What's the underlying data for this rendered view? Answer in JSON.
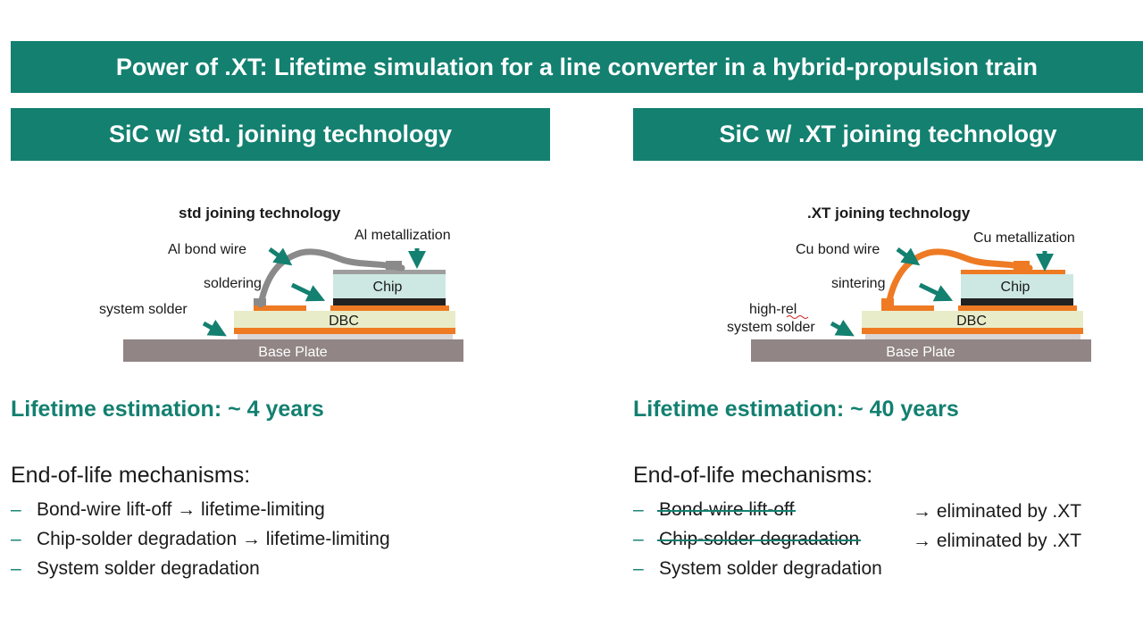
{
  "title": "Power of .XT: Lifetime simulation for a line converter in a hybrid-propulsion train",
  "left": {
    "header": "SiC w/ std. joining technology",
    "diagram": {
      "title": "std joining technology",
      "labels": {
        "bond_wire": "Al bond wire",
        "metallization": "Al metallization",
        "joining": "soldering",
        "chip": "Chip",
        "dbc": "DBC",
        "system_solder": "system solder",
        "base_plate": "Base Plate"
      }
    },
    "lifetime": "Lifetime estimation: ~ 4 years",
    "eol_heading": "End-of-life mechanisms:",
    "bullets": [
      "Bond-wire lift-off → lifetime-limiting",
      "Chip-solder degradation → lifetime-limiting",
      "System solder degradation"
    ]
  },
  "right": {
    "header": "SiC w/ .XT joining technology",
    "diagram": {
      "title": ".XT joining technology",
      "labels": {
        "bond_wire": "Cu bond wire",
        "metallization": "Cu metallization",
        "joining": "sintering",
        "chip": "Chip",
        "dbc": "DBC",
        "system_solder_line1": "high-rel",
        "system_solder_line2": "system solder",
        "base_plate": "Base Plate"
      }
    },
    "lifetime": "Lifetime estimation: ~ 40 years",
    "eol_heading": "End-of-life mechanisms:",
    "bullets": [
      "Bond-wire lift-off",
      "Chip-solder degradation",
      "System solder degradation"
    ],
    "eliminated": [
      "→ eliminated by .XT",
      "→ eliminated by .XT"
    ]
  },
  "bullet_dash": "–",
  "colors": {
    "accent": "#138070",
    "orange": "#ee7a23",
    "chip": "#cde8e3",
    "dbc": "#e9ecc8",
    "base_plate": "#918585"
  }
}
